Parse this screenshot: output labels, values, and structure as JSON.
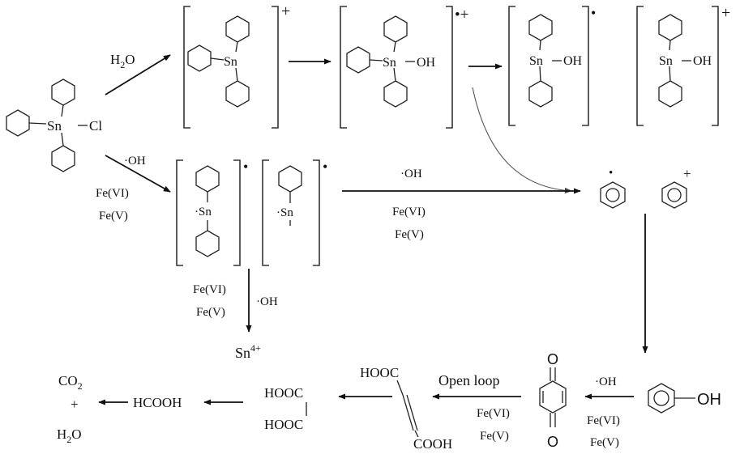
{
  "start": {
    "sn": "Sn",
    "cl": "Cl"
  },
  "top": {
    "reagent_h": "H",
    "reagent_sub": "2",
    "reagent_o": "O",
    "b1": {
      "sn": "Sn",
      "charge": "+"
    },
    "b2": {
      "sn": "Sn",
      "oh": "OH",
      "charge": "•+"
    },
    "b3": {
      "sn": "Sn",
      "oh": "OH",
      "charge": "•"
    },
    "b4": {
      "sn": "Sn",
      "oh": "OH",
      "charge": "+"
    }
  },
  "middle": {
    "reagents_left": [
      "·OH",
      "Fe(VI)",
      "Fe(V)"
    ],
    "b5": {
      "sn": "·Sn",
      "charge": "•"
    },
    "b6": {
      "sn": "·Sn",
      "charge": "•"
    },
    "reagents_right": [
      "·OH",
      "Fe(VI)",
      "Fe(V)"
    ],
    "phenyl_radical_dot": "•",
    "phenyl_cation_plus": "+"
  },
  "down": {
    "reagents_left": [
      "Fe(VI)",
      "Fe(V)"
    ],
    "reagent_right": "·OH",
    "product": "Sn",
    "product_sup": "4+"
  },
  "bottom": {
    "phenol_oh": "OH",
    "reagents_phenol": [
      "·OH",
      "Fe(VI)",
      "Fe(V)"
    ],
    "quinone_o": "O",
    "open_loop": "Open loop",
    "reagents_quinone": [
      "Fe(VI)",
      "Fe(V)"
    ],
    "maleic_top": "HOOC",
    "maleic_bottom": "COOH",
    "oxalic_top": "HOOC",
    "oxalic_bottom": "HOOC",
    "formic": "HCOOH",
    "co2_c": "CO",
    "co2_sub": "2",
    "plus": "+",
    "h2o_h": "H",
    "h2o_sub": "2",
    "h2o_o": "O"
  }
}
